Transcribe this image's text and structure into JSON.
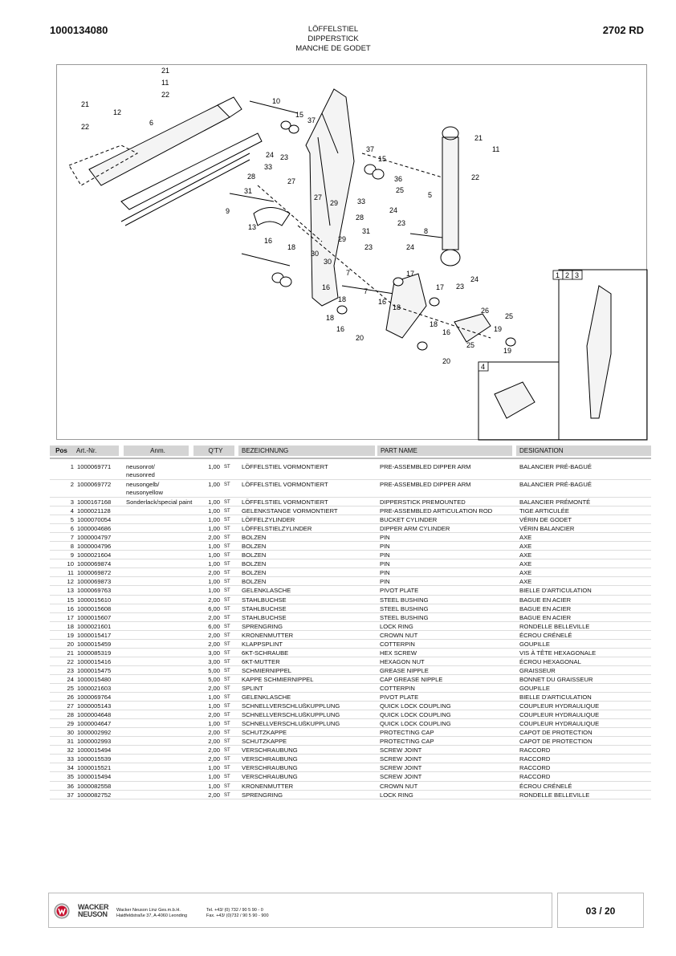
{
  "header": {
    "doc_number": "1000134080",
    "model": "2702 RD",
    "title_de": "LÖFFELSTIEL",
    "title_en": "DIPPERSTICK",
    "title_fr": "MANCHE DE GODET"
  },
  "diagram": {
    "inset_labels": [
      "1",
      "2",
      "3",
      "4"
    ],
    "callouts": [
      "21",
      "11",
      "22",
      "21",
      "12",
      "22",
      "6",
      "10",
      "15",
      "37",
      "24",
      "23",
      "33",
      "28",
      "27",
      "31",
      "9",
      "13",
      "16",
      "18",
      "27",
      "29",
      "33",
      "28",
      "30",
      "29",
      "30",
      "31",
      "7",
      "16",
      "18",
      "37",
      "15",
      "36",
      "25",
      "24",
      "23",
      "8",
      "23",
      "24",
      "5",
      "21",
      "11",
      "22",
      "17",
      "16",
      "18",
      "7",
      "18",
      "16",
      "20",
      "18",
      "16",
      "17",
      "20",
      "26",
      "24",
      "23",
      "25",
      "19",
      "25",
      "19"
    ]
  },
  "table": {
    "headers": {
      "pos": "Pos",
      "art": "Art.-Nr.",
      "anm": "Anm.",
      "qty": "Q'TY",
      "bez": "BEZEICHNUNG",
      "pn": "PART NAME",
      "des": "DESIGNATION"
    },
    "rows": [
      [
        "1",
        "1000069771",
        "neusonrot/ neusonred",
        "1,00",
        "ST",
        "LÖFFELSTIEL VORMONTIERT",
        "PRE-ASSEMBLED DIPPER ARM",
        "BALANCIER PRÉ-BAGUÉ"
      ],
      [
        "2",
        "1000069772",
        "neusongelb/ neusonyellow",
        "1,00",
        "ST",
        "LÖFFELSTIEL VORMONTIERT",
        "PRE-ASSEMBLED DIPPER ARM",
        "BALANCIER PRÉ-BAGUÉ"
      ],
      [
        "3",
        "1000167168",
        "Sonderlack/special paint",
        "1,00",
        "ST",
        "LÖFFELSTIEL VORMONTIERT",
        "DIPPERSTICK PREMOUNTED",
        "BALANCIER PRÉMONTÉ"
      ],
      [
        "4",
        "1000021128",
        "",
        "1,00",
        "ST",
        "GELENKSTANGE VORMONTIERT",
        "PRE-ASSEMBLED ARTICULATION ROD",
        "TIGE ARTICULÉE"
      ],
      [
        "5",
        "1000070054",
        "",
        "1,00",
        "ST",
        "LÖFFELZYLINDER",
        "BUCKET CYLINDER",
        "VÉRIN DE GODET"
      ],
      [
        "6",
        "1000004686",
        "",
        "1,00",
        "ST",
        "LÖFFELSTIELZYLINDER",
        "DIPPER ARM CYLINDER",
        "VÉRIN BALANCIER"
      ],
      [
        "7",
        "1000004797",
        "",
        "2,00",
        "ST",
        "BOLZEN",
        "PIN",
        "AXE"
      ],
      [
        "8",
        "1000004796",
        "",
        "1,00",
        "ST",
        "BOLZEN",
        "PIN",
        "AXE"
      ],
      [
        "9",
        "1000021604",
        "",
        "1,00",
        "ST",
        "BOLZEN",
        "PIN",
        "AXE"
      ],
      [
        "10",
        "1000069874",
        "",
        "1,00",
        "ST",
        "BOLZEN",
        "PIN",
        "AXE"
      ],
      [
        "11",
        "1000069872",
        "",
        "2,00",
        "ST",
        "BOLZEN",
        "PIN",
        "AXE"
      ],
      [
        "12",
        "1000069873",
        "",
        "1,00",
        "ST",
        "BOLZEN",
        "PIN",
        "AXE"
      ],
      [
        "13",
        "1000069763",
        "",
        "1,00",
        "ST",
        "GELENKLASCHE",
        "PIVOT PLATE",
        "BIELLE D'ARTICULATION"
      ],
      [
        "15",
        "1000015610",
        "",
        "2,00",
        "ST",
        "STAHLBUCHSE",
        "STEEL BUSHING",
        "BAGUE EN ACIER"
      ],
      [
        "16",
        "1000015608",
        "",
        "6,00",
        "ST",
        "STAHLBUCHSE",
        "STEEL BUSHING",
        "BAGUE EN ACIER"
      ],
      [
        "17",
        "1000015607",
        "",
        "2,00",
        "ST",
        "STAHLBUCHSE",
        "STEEL BUSHING",
        "BAGUE EN ACIER"
      ],
      [
        "18",
        "1000021601",
        "",
        "6,00",
        "ST",
        "SPRENGRING",
        "LOCK RING",
        "RONDELLE BELLEVILLE"
      ],
      [
        "19",
        "1000015417",
        "",
        "2,00",
        "ST",
        "KRONENMUTTER",
        "CROWN NUT",
        "ÉCROU CRÉNELÉ"
      ],
      [
        "20",
        "1000015459",
        "",
        "2,00",
        "ST",
        "KLAPPSPLINT",
        "COTTERPIN",
        "GOUPILLE"
      ],
      [
        "21",
        "1000085319",
        "",
        "3,00",
        "ST",
        "6KT-SCHRAUBE",
        "HEX SCREW",
        "VIS À TÊTE HEXAGONALE"
      ],
      [
        "22",
        "1000015416",
        "",
        "3,00",
        "ST",
        "6KT-MUTTER",
        "HEXAGON NUT",
        "ÉCROU HEXAGONAL"
      ],
      [
        "23",
        "1000015475",
        "",
        "5,00",
        "ST",
        "SCHMIERNIPPEL",
        "GREASE NIPPLE",
        "GRAISSEUR"
      ],
      [
        "24",
        "1000015480",
        "",
        "5,00",
        "ST",
        "KAPPE SCHMIERNIPPEL",
        "CAP GREASE NIPPLE",
        "BONNET DU GRAISSEUR"
      ],
      [
        "25",
        "1000021603",
        "",
        "2,00",
        "ST",
        "SPLINT",
        "COTTERPIN",
        "GOUPILLE"
      ],
      [
        "26",
        "1000069764",
        "",
        "1,00",
        "ST",
        "GELENKLASCHE",
        "PIVOT PLATE",
        "BIELLE D'ARTICULATION"
      ],
      [
        "27",
        "1000005143",
        "",
        "1,00",
        "ST",
        "SCHNELLVERSCHLUßKUPPLUNG",
        "QUICK LOCK  COUPLING",
        "COUPLEUR HYDRAULIQUE"
      ],
      [
        "28",
        "1000004648",
        "",
        "2,00",
        "ST",
        "SCHNELLVERSCHLUßKUPPLUNG",
        "QUICK LOCK  COUPLING",
        "COUPLEUR HYDRAULIQUE"
      ],
      [
        "29",
        "1000004647",
        "",
        "1,00",
        "ST",
        "SCHNELLVERSCHLUßKUPPLUNG",
        "QUICK LOCK  COUPLING",
        "COUPLEUR HYDRAULIQUE"
      ],
      [
        "30",
        "1000002992",
        "",
        "2,00",
        "ST",
        "SCHUTZKAPPE",
        "PROTECTING CAP",
        "CAPOT DE PROTECTION"
      ],
      [
        "31",
        "1000002993",
        "",
        "2,00",
        "ST",
        "SCHUTZKAPPE",
        "PROTECTING CAP",
        "CAPOT DE PROTECTION"
      ],
      [
        "32",
        "1000015494",
        "",
        "2,00",
        "ST",
        "VERSCHRAUBUNG",
        "SCREW JOINT",
        "RACCORD"
      ],
      [
        "33",
        "1000015539",
        "",
        "2,00",
        "ST",
        "VERSCHRAUBUNG",
        "SCREW JOINT",
        "RACCORD"
      ],
      [
        "34",
        "1000015521",
        "",
        "1,00",
        "ST",
        "VERSCHRAUBUNG",
        "SCREW JOINT",
        "RACCORD"
      ],
      [
        "35",
        "1000015494",
        "",
        "1,00",
        "ST",
        "VERSCHRAUBUNG",
        "SCREW JOINT",
        "RACCORD"
      ],
      [
        "36",
        "1000082558",
        "",
        "1,00",
        "ST",
        "KRONENMUTTER",
        "CROWN NUT",
        "ÉCROU CRÉNELÉ"
      ],
      [
        "37",
        "1000082752",
        "",
        "2,00",
        "ST",
        "SPRENGRING",
        "LOCK RING",
        "RONDELLE BELLEVILLE"
      ]
    ]
  },
  "footer": {
    "logo_text": "WACKER NEUSON",
    "company": "Wacker Neuson Linz  Ges.m.b.H.",
    "address": "Haidfeldstraße 37, A-4060 Leonding",
    "tel": "Tel. +43/ (0) 732 / 90 5 90 - 0",
    "fax": "Fax. +43/ (0)732 / 90 5 90 - 900",
    "page": "03 / 20"
  },
  "colors": {
    "header_bg": "#d4d4d4",
    "logo_red": "#c8102e"
  }
}
